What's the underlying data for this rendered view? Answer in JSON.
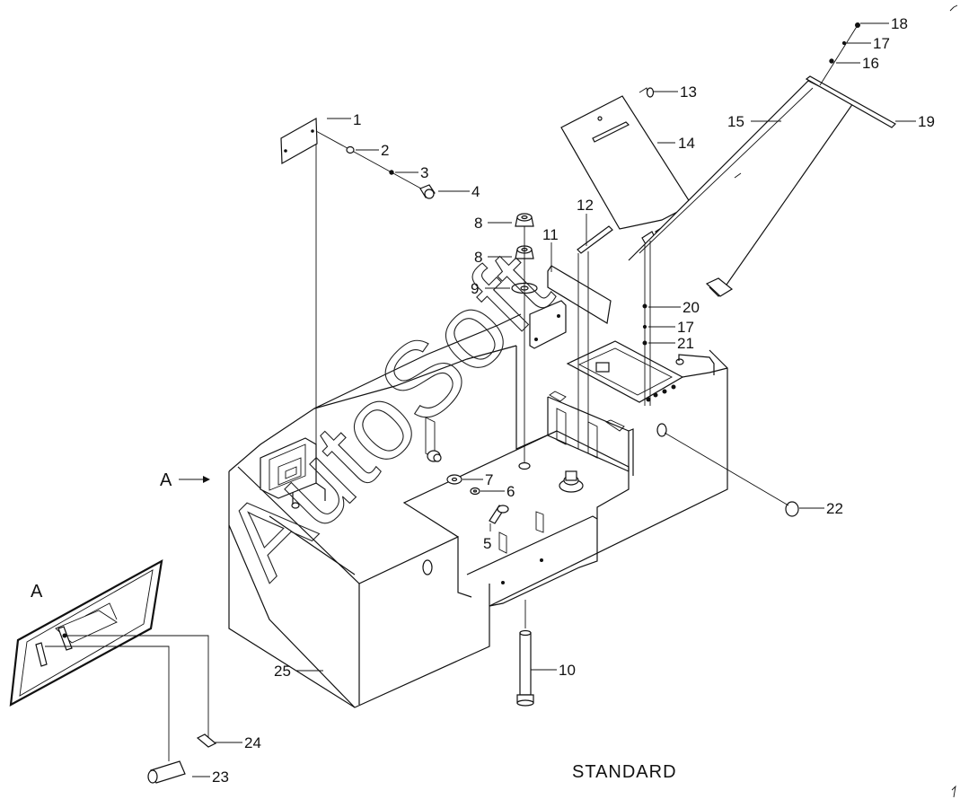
{
  "caption": "STANDARD",
  "view_marker": "A",
  "detail_title": "A",
  "watermark": "AutoSoft",
  "callouts": [
    "1",
    "2",
    "3",
    "4",
    "5",
    "6",
    "7",
    "8",
    "8",
    "9",
    "10",
    "11",
    "12",
    "13",
    "14",
    "15",
    "16",
    "17",
    "18",
    "19",
    "20",
    "17",
    "21",
    "22",
    "23",
    "24",
    "25"
  ]
}
